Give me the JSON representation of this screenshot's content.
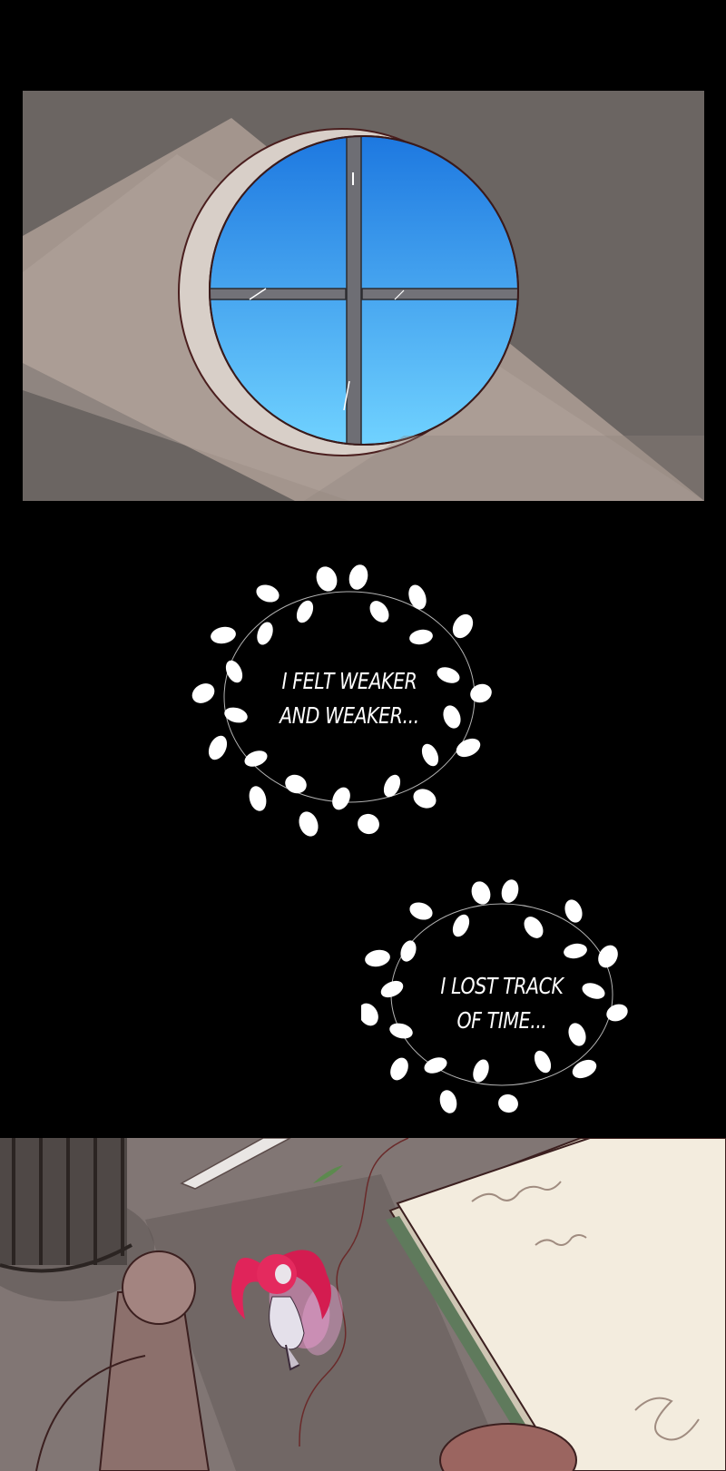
{
  "captions": {
    "first": {
      "line1": "I FELT WEAKER",
      "line2": "AND WEAKER..."
    },
    "second": {
      "line1": "I LOST TRACK",
      "line2": "OF TIME..."
    }
  },
  "colors": {
    "background": "#000000",
    "wall": "#6b6560",
    "sky_top": "#1f7fe0",
    "sky_bottom": "#6fd0ff",
    "caption_text": "#ffffff",
    "fairy_hair": "#e0245a",
    "floor": "#7a706e",
    "book_page": "#f3ecde"
  },
  "icons": {
    "wreath": "leaf-wreath-icon"
  }
}
